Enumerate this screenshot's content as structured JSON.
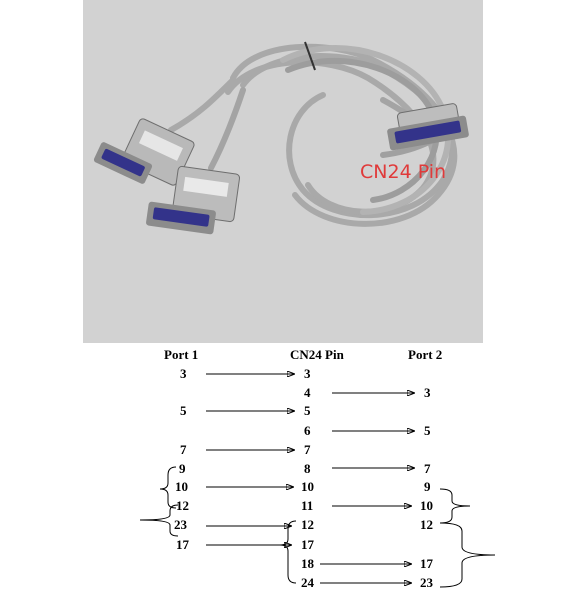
{
  "photo": {
    "label": "CN24 Pin"
  },
  "headers": {
    "port1": "Port 1",
    "cn24": "CN24 Pin",
    "port2": "Port 2"
  },
  "port1_pins": [
    "3",
    "5",
    "7",
    "9",
    "10",
    "12",
    "23",
    "17"
  ],
  "cn24_pins": [
    "3",
    "4",
    "5",
    "6",
    "7",
    "8",
    "10",
    "11",
    "12",
    "17",
    "18",
    "24"
  ],
  "port2_pins": [
    "3",
    "5",
    "7",
    "9",
    "10",
    "12",
    "17",
    "23"
  ],
  "connections": [
    {
      "from": "port1:3",
      "to": "cn24:3"
    },
    {
      "from": "cn24:4",
      "to": "port2:3"
    },
    {
      "from": "port1:5",
      "to": "cn24:5"
    },
    {
      "from": "cn24:6",
      "to": "port2:5"
    },
    {
      "from": "port1:7",
      "to": "cn24:7"
    },
    {
      "from": "cn24:8",
      "to": "port2:7"
    },
    {
      "from": "port1:10",
      "to": "cn24:10"
    },
    {
      "from": "cn24:11",
      "to": "port2:10"
    },
    {
      "from": "port1:23",
      "to": "cn24:12"
    },
    {
      "from": "port1:17",
      "to": "cn24:17"
    },
    {
      "from": "cn24:18",
      "to": "port2:17"
    },
    {
      "from": "cn24:24",
      "to": "port2:23"
    }
  ],
  "colors": {
    "photo_background": "#d2d2d2",
    "cable": "#a9a9a9",
    "connector_metal": "#b9b9b9",
    "connector_insert": "#33338a",
    "label_red": "#e03a3a"
  }
}
